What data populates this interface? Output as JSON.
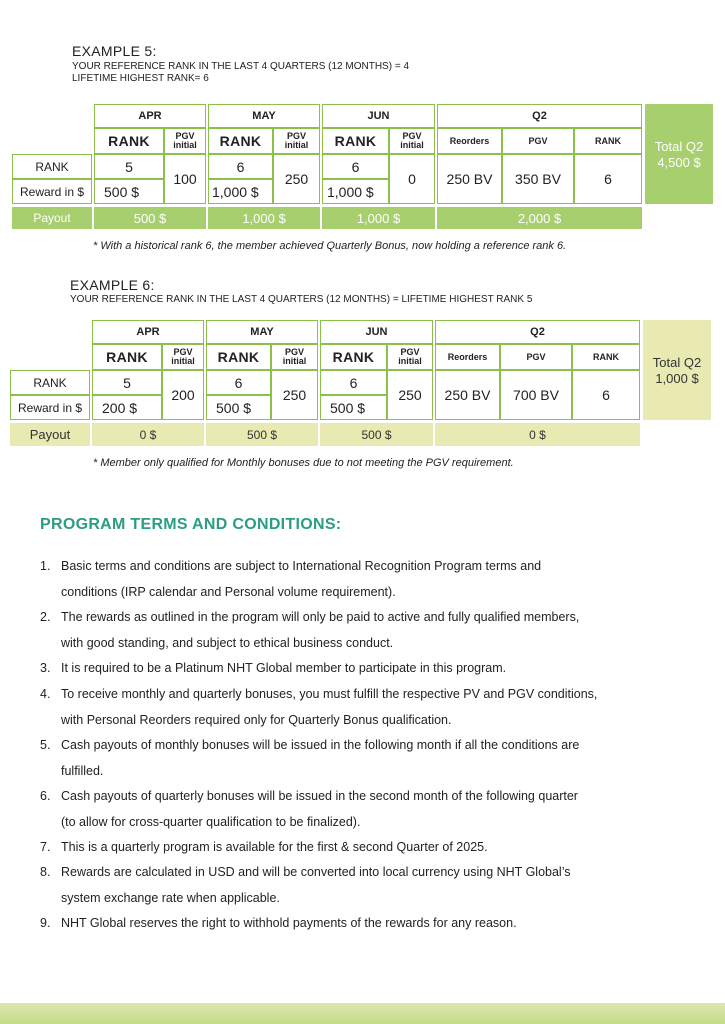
{
  "example5": {
    "title": "EXAMPLE 5:",
    "line1": "YOUR REFERENCE RANK IN THE LAST 4 QUARTERS (12 MONTHS)  = 4",
    "line2": "LIFETIME HIGHEST RANK= 6",
    "months": [
      "APR",
      "MAY",
      "JUN"
    ],
    "q2_label": "Q2",
    "col_rank": "RANK",
    "col_pgv": "PGV",
    "col_pgv_initial": "initial",
    "col_reorders": "Reorders",
    "col_q2_pgv": "PGV",
    "col_q2_rank": "RANK",
    "row_rank_label": "RANK",
    "row_reward_label": "Reward in $",
    "ranks": [
      "5",
      "6",
      "6"
    ],
    "rewards": [
      "500 $",
      "1,000 $",
      "1,000 $"
    ],
    "pgv_initial": [
      "100",
      "250",
      "0"
    ],
    "q2_reorders": "250 BV",
    "q2_pgv": "350 BV",
    "q2_rank": "6",
    "total_label": "Total Q2",
    "total_value": "4,500 $",
    "payout_label": "Payout",
    "payouts": [
      "500 $",
      "1,000 $",
      "1,000 $",
      "2,000 $"
    ],
    "note": "* With a historical rank 6, the member achieved Quarterly Bonus, now holding a reference rank 6."
  },
  "example6": {
    "title": "EXAMPLE 6:",
    "line1": "YOUR REFERENCE RANK IN THE LAST 4 QUARTERS (12 MONTHS) = LIFETIME HIGHEST RANK 5",
    "months": [
      "APR",
      "MAY",
      "JUN"
    ],
    "q2_label": "Q2",
    "col_rank": "RANK",
    "col_pgv": "PGV",
    "col_pgv_initial": "initial",
    "col_reorders": "Reorders",
    "col_q2_pgv": "PGV",
    "col_q2_rank": "RANK",
    "row_rank_label": "RANK",
    "row_reward_label": "Reward in $",
    "ranks": [
      "5",
      "6",
      "6"
    ],
    "rewards": [
      "200 $",
      "500 $",
      "500 $"
    ],
    "pgv_initial": [
      "200",
      "250",
      "250"
    ],
    "q2_reorders": "250 BV",
    "q2_pgv": "700 BV",
    "q2_rank": "6",
    "total_label": "Total Q2",
    "total_value": "1,000 $",
    "payout_label": "Payout",
    "payouts": [
      "0 $",
      "500 $",
      "500 $",
      "0 $"
    ],
    "note": "* Member only qualified for Monthly bonuses due to not meeting the PGV requirement."
  },
  "terms": {
    "title": "PROGRAM TERMS AND CONDITIONS:",
    "items": [
      {
        "num": "1.",
        "lines": [
          "Basic terms and conditions are subject to International Recognition Program terms and",
          "conditions (IRP calendar and Personal volume requirement)."
        ]
      },
      {
        "num": "2.",
        "lines": [
          "The rewards as outlined in the program will only be paid to active and fully qualified members,",
          "with good standing, and subject to ethical business conduct."
        ]
      },
      {
        "num": "3.",
        "lines": [
          "It is required to be a Platinum NHT Global member to participate in this program."
        ]
      },
      {
        "num": "4.",
        "lines": [
          "To receive monthly and quarterly bonuses, you must fulfill the respective PV and PGV conditions,",
          "with Personal Reorders required only for Quarterly Bonus qualification."
        ]
      },
      {
        "num": "5.",
        "lines": [
          "Cash payouts of monthly bonuses will be issued in the following month if all the conditions are",
          "fulfilled."
        ]
      },
      {
        "num": "6.",
        "lines": [
          "Cash payouts of quarterly bonuses will be issued in the second month of the following quarter",
          "(to allow for cross-quarter qualification to be finalized)."
        ]
      },
      {
        "num": "7.",
        "lines": [
          "This is a quarterly program is available for the first & second Quarter of 2025."
        ]
      },
      {
        "num": "8.",
        "lines": [
          "Rewards are calculated in USD and will be converted into local currency using NHT Global’s",
          "system exchange rate when applicable."
        ]
      },
      {
        "num": "9.",
        "lines": [
          "NHT Global reserves the right to withhold payments of the rewards for any reason."
        ]
      }
    ]
  },
  "colors": {
    "table_border": "#8cc04a",
    "payout_green": "#a8cf6e",
    "payout_yellow": "#e8eab2",
    "terms_title": "#2b9c85"
  }
}
